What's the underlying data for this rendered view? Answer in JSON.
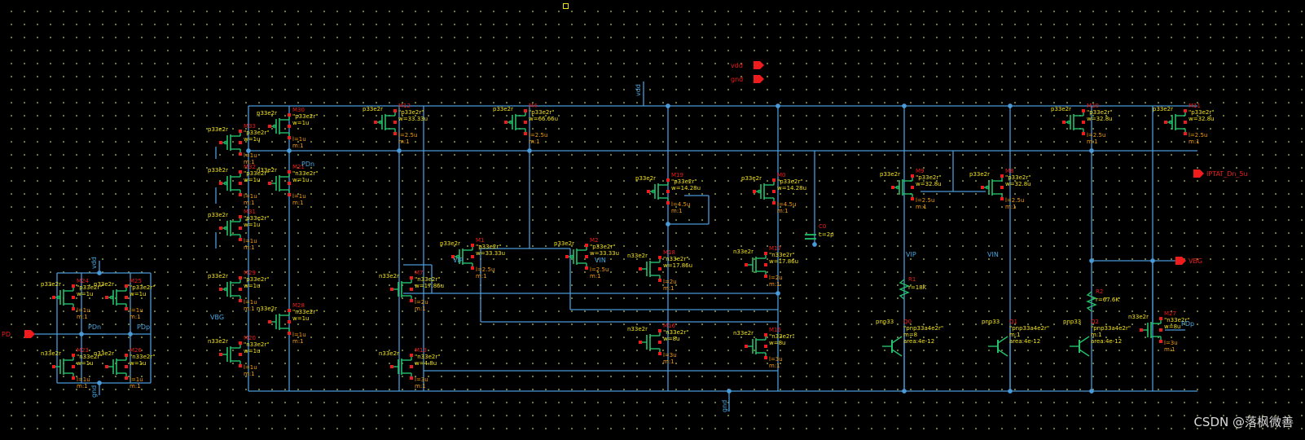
{
  "colors": {
    "wire": "#4a9ad8",
    "device": "#22c16b",
    "pin": "#ee1c1c",
    "label_orange": "#f39c12",
    "label_yellow": "#f2e21b",
    "net_label": "#4aa6e0",
    "background": "#000000"
  },
  "pins": {
    "vdd": "vdd",
    "gnd": "gnd",
    "pd": "PD",
    "iptat": "IPTAT_Dn_5u",
    "vbg_out": "VBG"
  },
  "nets": {
    "vdd_top": "vdd",
    "gnd_bottom": "gnd",
    "vdd_small": "vdd",
    "gnd_small": "gnd",
    "pdn": "PDn",
    "pdn2": "PDn",
    "pdp": "PDp",
    "pdp2": "PDp",
    "vbg_in": "VBG",
    "vip1": "VIP",
    "vin1": "VIN",
    "vip2": "VIP",
    "vin2": "VIN"
  },
  "devices": [
    {
      "ref": "M12",
      "type": "p33e2r",
      "model": "\"p33e2r\"",
      "w": "w=33.33u",
      "l": "l=2.5u",
      "m": "m:1"
    },
    {
      "ref": "M4",
      "type": "p33e2r",
      "model": "\"p33e2r\"",
      "w": "w=66.66u",
      "l": "l=2.5u",
      "m": "m:1"
    },
    {
      "ref": "M10",
      "type": "p33e2r",
      "model": "\"p33e2r\"",
      "w": "w=32.8u",
      "l": "l=2.5u",
      "m": "m:1"
    },
    {
      "ref": "M11",
      "type": "p33e2r",
      "model": "\"p33e2r\"",
      "w": "w=32.8u",
      "l": "l=2.5u",
      "m": "m:1"
    },
    {
      "ref": "M19",
      "type": "p33e2r",
      "model": "\"p33e2r\"",
      "w": "w=14.28u",
      "l": "l=4.5u",
      "m": "m:1"
    },
    {
      "ref": "M0",
      "type": "p33e2r",
      "model": "\"p33e2r\"",
      "w": "w=14.28u",
      "l": "l=4.5u",
      "m": "m:1"
    },
    {
      "ref": "M9",
      "type": "p33e2r",
      "model": "\"p33e2r\"",
      "w": "w=32.8u",
      "l": "l=2.5u",
      "m": "m:1"
    },
    {
      "ref": "M8",
      "type": "p33e2r",
      "model": "\"p33e2r\"",
      "w": "w=32.8u",
      "l": "l=2.5u",
      "m": "m:1"
    },
    {
      "ref": "M1",
      "type": "p33e2r",
      "model": "\"p33e2r\"",
      "w": "w=33.33u",
      "l": "l=2.5u",
      "m": "m:1"
    },
    {
      "ref": "M2",
      "type": "p33e2r",
      "model": "\"p33e2r\"",
      "w": "w=33.33u",
      "l": "l=2.5u",
      "m": "m:1"
    },
    {
      "ref": "M18",
      "type": "n33e2r",
      "model": "\"n33e2r\"",
      "w": "w=17.86u",
      "l": "l=2u",
      "m": "m:1"
    },
    {
      "ref": "M17",
      "type": "n33e2r",
      "model": "\"n33e2r\"",
      "w": "w=17.86u",
      "l": "l=2u",
      "m": "m:1"
    },
    {
      "ref": "M16",
      "type": "n33e2r",
      "model": "\"n33e2r\"",
      "w": "w=8u",
      "l": "l=3u",
      "m": "m:1"
    },
    {
      "ref": "M15",
      "type": "n33e2r",
      "model": "\"n33e2r\"",
      "w": "w=8u",
      "l": "l=3u",
      "m": "m:1"
    },
    {
      "ref": "M7",
      "type": "n33e2r",
      "model": "\"n33e2r\"",
      "w": "w=17.86u",
      "l": "l=2u",
      "m": "m:1"
    },
    {
      "ref": "M13",
      "type": "n33e2r",
      "model": "\"n33e2r\"",
      "w": "w=4.8u",
      "l": "l=3u",
      "m": "m:1"
    },
    {
      "ref": "M27",
      "type": "n33e2r",
      "model": "\"n33e2r\"",
      "w": "w=8u",
      "l": "l=3u",
      "m": "m:1"
    },
    {
      "ref": "M33",
      "type": "p33e2r",
      "model": "\"p33e2r\"",
      "w": "w=1u",
      "l": "l=1u",
      "m": "m:1"
    },
    {
      "ref": "M32",
      "type": "p33e2r",
      "model": "\"p33e2r\"",
      "w": "w=1u",
      "l": "l=1u",
      "m": "m:1"
    },
    {
      "ref": "M31",
      "type": "p33e2r",
      "model": "\"p33e2r\"",
      "w": "w=1u",
      "l": "l=1u",
      "m": "m:1"
    },
    {
      "ref": "M30",
      "type": "p33e2r",
      "model": "\"p33e2r\"",
      "w": "w=1u",
      "l": "l=1u",
      "m": "m:1"
    },
    {
      "ref": "M21",
      "type": "n33e2r",
      "model": "\"n33e2r\"",
      "w": "w=1u",
      "l": "l=1u",
      "m": "m:1"
    },
    {
      "ref": "M29",
      "type": "p33e2r",
      "model": "\"p33e2r\"",
      "w": "w=1u",
      "l": "l=1u",
      "m": "m:1"
    },
    {
      "ref": "M28",
      "type": "n33e2r",
      "model": "\"n33e2r\"",
      "w": "w=1u",
      "l": "l=1u",
      "m": "m:1"
    },
    {
      "ref": "M20",
      "type": "n33e2r",
      "model": "\"n33e2r\"",
      "w": "w=1u",
      "l": "l=1u",
      "m": "m:1"
    },
    {
      "ref": "M24",
      "type": "p33e2r",
      "model": "\"p33e2r\"",
      "w": "w=1u",
      "l": "l=1u",
      "m": "m:1"
    },
    {
      "ref": "M25",
      "type": "p33e2r",
      "model": "\"p33e2r\"",
      "w": "w=1u",
      "l": "l=1u",
      "m": "m:1"
    },
    {
      "ref": "M23",
      "type": "n33e2r",
      "model": "\"n33e2r\"",
      "w": "w=1u",
      "l": "l=1u",
      "m": "m:1"
    },
    {
      "ref": "M26",
      "type": "n33e2r",
      "model": "\"n33e2r\"",
      "w": "w=1u",
      "l": "l=1u",
      "m": "m:1"
    }
  ],
  "passives": [
    {
      "ref": "C0",
      "value": "c=2p"
    },
    {
      "ref": "R1",
      "value": "r=18K"
    },
    {
      "ref": "R2",
      "value": "r=67.6K"
    }
  ],
  "bjts": [
    {
      "ref": "Q0",
      "type": "pnp33",
      "model": "\"pnp33a4e2r\"",
      "m": "m=8",
      "area": "area:4e-12"
    },
    {
      "ref": "Q1",
      "type": "pnp33",
      "model": "\"pnp33a4e2r\"",
      "m": "m:1",
      "area": "area:4e-12"
    },
    {
      "ref": "Q2",
      "type": "pnp33",
      "model": "\"pnp33a4e2r\"",
      "m": "m:1",
      "area": "area:4e-12"
    }
  ],
  "watermark": "CSDN @落枫微善"
}
